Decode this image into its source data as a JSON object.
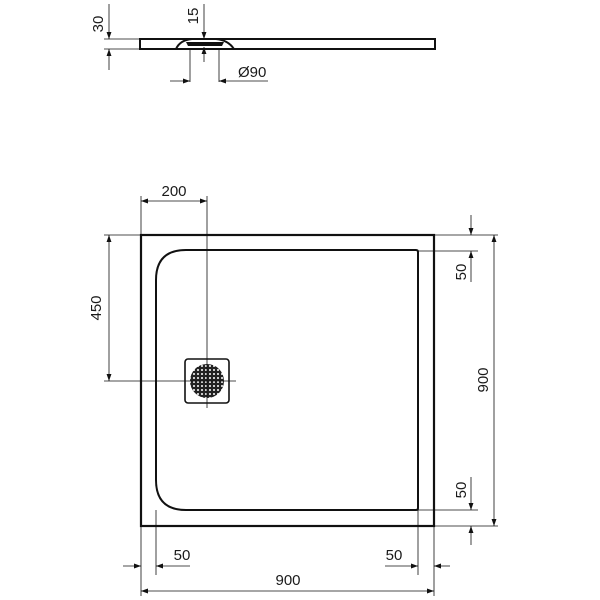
{
  "drawing": {
    "type": "shower tray technical drawing",
    "profile_view": {
      "thickness_label": "30",
      "drain_depth_label": "15",
      "drain_diameter_label": "Ø90"
    },
    "plan_view": {
      "drain_offset_x_label": "200",
      "drain_offset_y_label": "450",
      "width_label": "900",
      "depth_label": "900",
      "rim_left_label": "50",
      "rim_right_label": "50",
      "rim_top_label": "50",
      "rim_bottom_label": "50"
    }
  },
  "colors": {
    "line": "#111111",
    "background": "#ffffff"
  }
}
